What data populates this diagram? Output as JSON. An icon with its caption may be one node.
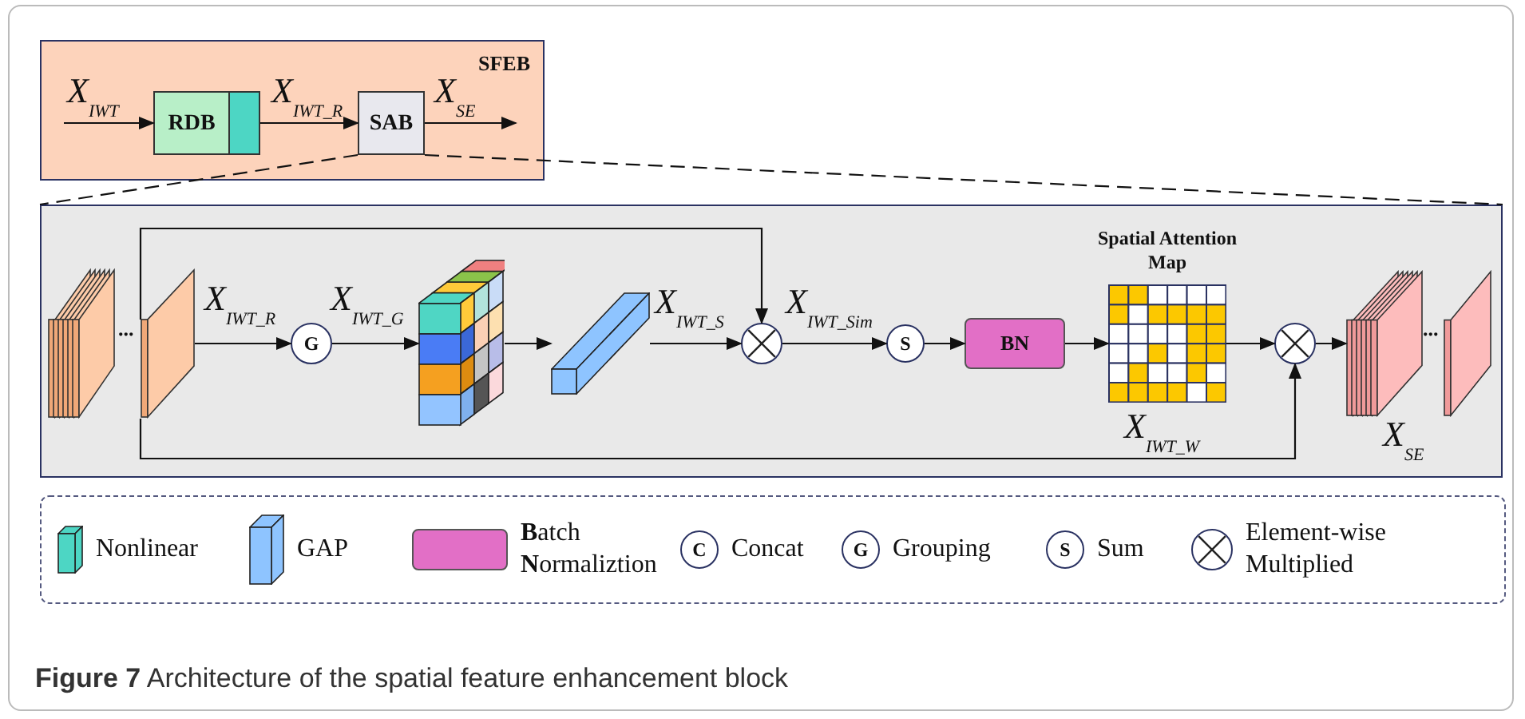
{
  "diagram": {
    "caption": "**Figure 7** Architecture of the spatial feature enhancement block",
    "nodes": [
      {
        "text": [
          "SFEB"
        ]
      },
      {
        "text": [
          "RDB"
        ],
        "in": 0
      },
      {
        "text": [
          "SAB"
        ],
        "in": 0
      },
      {
        "text": [],
        "shape": "box"
      },
      {
        "text": [],
        "shape": "picture",
        "in": 3
      },
      {
        "text": [],
        "shape": "parallelogram",
        "in": 3
      },
      {
        "text": [
          "G"
        ],
        "in": 3
      },
      {
        "text": [],
        "shape": "picture",
        "in": 3
      },
      {
        "text": [],
        "shape": "bar",
        "in": 3
      },
      {
        "text": [],
        "shape": "circle",
        "in": 3
      },
      {
        "text": [
          "S"
        ],
        "in": 3
      },
      {
        "text": [
          "BN"
        ],
        "in": 3
      },
      {
        "text": [
          "Spatial Attention Map"
        ],
        "in": 3,
        "beside": [
          "X$_{IWT_W}$"
        ]
      },
      {
        "text": [],
        "shape": "circle",
        "in": 3
      },
      {
        "text": [],
        "shape": "picture",
        "in": 3
      },
      {
        "text": [],
        "shape": "parallelogram",
        "in": 3
      },
      {
        "text": [
          "C"
        ]
      },
      {
        "text": [
          "G"
        ]
      },
      {
        "text": [
          "S"
        ]
      }
    ],
    "edges": [
      {
        "from": null,
        "to": 1,
        "arrow": "to",
        "label": "X$_{IWT}$"
      },
      {
        "from": 1,
        "to": 2,
        "arrow": "to",
        "label": "X$_{IWT_R}$"
      },
      {
        "from": 2,
        "to": null,
        "arrow": "to",
        "label": "X$_{SE}$"
      },
      {
        "from": 2,
        "to": 3,
        "arrow": "none",
        "style": "dashed"
      },
      {
        "from": 2,
        "to": 3,
        "arrow": "none",
        "style": "dashed"
      },
      {
        "from": 5,
        "to": 6,
        "arrow": "to",
        "label": "X$_{IWT_R}$"
      },
      {
        "from": 6,
        "to": 7,
        "arrow": "to",
        "label": "X$_{IWT_G}$"
      },
      {
        "from": 7,
        "to": 8,
        "arrow": "to"
      },
      {
        "from": 8,
        "to": 9,
        "arrow": "to",
        "label": "X$_{IWT_S}$"
      },
      {
        "from": 5,
        "to": 9,
        "arrow": "to"
      },
      {
        "from": 9,
        "to": 10,
        "arrow": "to",
        "label": "X$_{IWT_Sim}$"
      },
      {
        "from": 10,
        "to": 11,
        "arrow": "to"
      },
      {
        "from": 11,
        "to": 12,
        "arrow": "to"
      },
      {
        "from": 12,
        "to": 13,
        "arrow": "to"
      },
      {
        "from": 5,
        "to": 13,
        "arrow": "to"
      },
      {
        "from": 13,
        "to": 14,
        "arrow": "to"
      }
    ],
    "labels": [
      "...",
      "...",
      "X$_{SE}$"
    ],
    "legend": [
      {
        "text": "Nonlinear"
      },
      {
        "text": "GAP"
      },
      {
        "text": "**B**atch **N**ormaliztion",
        "color": "#e26fc6"
      },
      {
        "text": "Concat"
      },
      {
        "text": "Grouping"
      },
      {
        "text": "Sum"
      },
      {
        "text": "Element-wise Multiplied"
      }
    ]
  }
}
